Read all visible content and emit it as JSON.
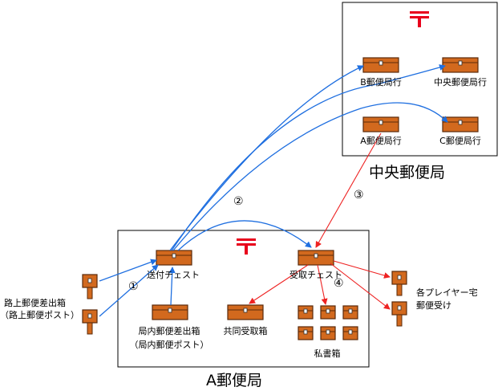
{
  "offices": {
    "central": {
      "title": "中央郵便局",
      "symbol": "〒"
    },
    "a_office": {
      "title": "A郵便局",
      "symbol": "〒"
    }
  },
  "chests": {
    "b_office": "B郵便局行",
    "central": "中央郵便局行",
    "a_office": "A郵便局行",
    "c_office": "C郵便局行",
    "send": "送付チェスト",
    "receive": "受取チェスト",
    "shared_box": "共同受取箱",
    "private_box": "私書箱",
    "inner_post_line1": "局内郵便差出箱",
    "inner_post_line2": "（局内郵便ポスト）"
  },
  "posts": {
    "street_line1": "路上郵便差出箱",
    "street_line2": "（路上郵便ポスト）",
    "player_line1": "各プレイヤー宅",
    "player_line2": "郵便受け"
  },
  "steps": {
    "s1": "①",
    "s2": "②",
    "s3": "③",
    "s4": "④"
  },
  "colors": {
    "chest": "#d2691e",
    "blue_arrow": "#1f6fe0",
    "red_arrow": "#ee2222",
    "postal_mark": "#e8001c"
  }
}
